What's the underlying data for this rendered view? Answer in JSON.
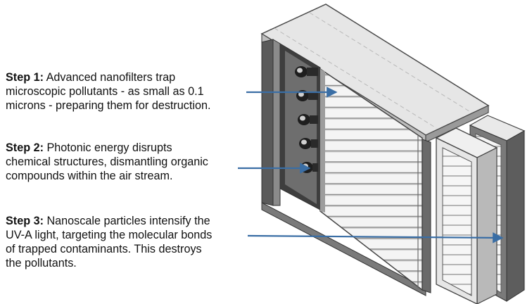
{
  "steps": [
    {
      "label": "Step 1:",
      "lines": [
        "Advanced nanofilters trap",
        "microscopic pollutants - as small as 0.1",
        "microns - preparing them for destruction."
      ]
    },
    {
      "label": "Step 2:",
      "lines": [
        "Photonic energy disrupts",
        "chemical structures, dismantling organic",
        "compounds within the air stream."
      ]
    },
    {
      "label": "Step 3:",
      "lines": [
        "Nanoscale particles intensify the",
        "UV-A light, targeting the molecular bonds",
        "of trapped contaminants. This destroys",
        "the pollutants."
      ]
    }
  ],
  "colors": {
    "arrow": "#3a6ea5",
    "frame_dark": "#5f5f5f",
    "frame_light": "#e2e2e2",
    "text": "#111111"
  },
  "icons": {
    "arrow": "arrow-right-icon",
    "lamp": "uv-lamp-icon"
  }
}
